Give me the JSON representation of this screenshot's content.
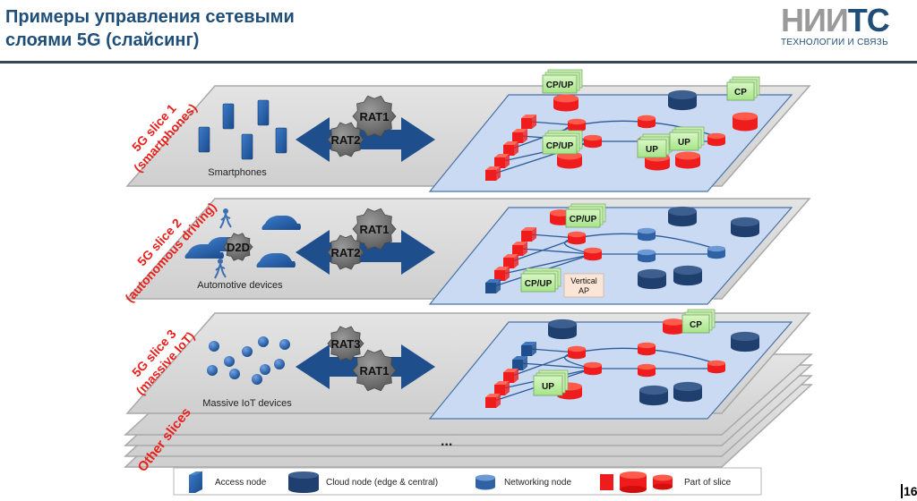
{
  "header": {
    "title_line1": "Примеры управления сетевыми",
    "title_line2": "слоями 5G (слайсинг)",
    "logo_gray": "НИИ",
    "logo_blue": "ТС",
    "logo_subtitle": "ТЕХНОЛОГИИ И СВЯЗЬ"
  },
  "slices": [
    {
      "label_line1": "5G slice 1",
      "label_line2": "(smartphones)",
      "devices_label": "Smartphones",
      "device_type": "phone-icon",
      "rat_gears": [
        "RAT1",
        "RAT2"
      ],
      "extra_gear": "",
      "boxes": [
        {
          "text": "CP/UP"
        },
        {
          "text": "CP/UP"
        },
        {
          "text": "UP"
        },
        {
          "text": "UP"
        },
        {
          "text": "CP"
        }
      ]
    },
    {
      "label_line1": "5G slice 2",
      "label_line2": "(autonomous driving)",
      "devices_label": "Automotive devices",
      "device_type": "car-icon",
      "rat_gears": [
        "RAT1",
        "RAT2"
      ],
      "extra_gear": "D2D",
      "boxes": [
        {
          "text": "CP/UP"
        },
        {
          "text": "CP/UP"
        }
      ],
      "vertical_ap": [
        "Vertical",
        "AP"
      ]
    },
    {
      "label_line1": "5G slice 3",
      "label_line2": "(massive IoT)",
      "devices_label": "Massive IoT devices",
      "device_type": "iot-sensor-icon",
      "rat_gears": [
        "RAT3",
        "RAT1"
      ],
      "extra_gear": "",
      "boxes": [
        {
          "text": "UP"
        },
        {
          "text": "CP"
        }
      ]
    }
  ],
  "other_slices": {
    "label": "Other slices",
    "ellipsis": "..."
  },
  "legend": [
    {
      "label": "Access node",
      "icon": "access-node-icon"
    },
    {
      "label": "Cloud node (edge & central)",
      "icon": "cloud-node-icon"
    },
    {
      "label": "Networking node",
      "icon": "networking-node-icon"
    },
    {
      "label": "Part of slice",
      "icon": "part-of-slice-icon"
    }
  ],
  "colors": {
    "title": "#1f4e79",
    "slice_label": "#e8201c",
    "slice_red": "#ee1c1c",
    "node_blue": "#1f4e79",
    "arrow_blue": "#1f4e8c",
    "plate_blue": "#c9daf2",
    "layer_gray": "#d9d9d9",
    "box_green": "#c7f0b0"
  },
  "page_number": "16"
}
